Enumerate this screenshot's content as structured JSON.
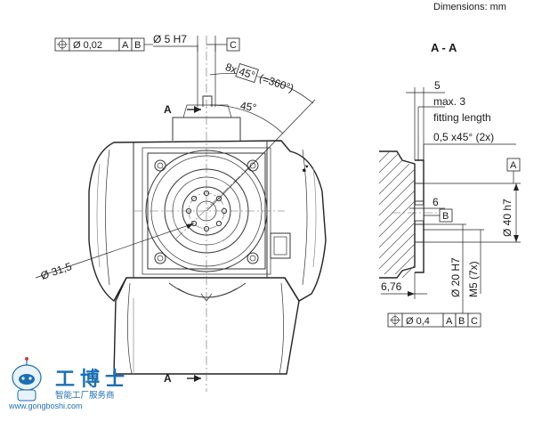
{
  "header": {
    "units_note": "Dimensions: mm"
  },
  "front_view": {
    "tolerance_frame_top": [
      "Ø 0,02",
      "A",
      "B"
    ],
    "bore_label": "Ø 5 H7",
    "datum_c": "C",
    "pattern_label": "8x",
    "pattern_angle": "45°",
    "pattern_total": "(=360°)",
    "angle_label": "45°",
    "pitch_circle_label": "Ø 31,5",
    "section_marker_top": "A",
    "section_marker_bottom": "A"
  },
  "section_view": {
    "title": "A - A",
    "dim_depth": "5",
    "note_max": "max. 3",
    "note_fitting": "fitting length",
    "chamfer_label": "0,5 x45° (2x)",
    "datum_a": "A",
    "dim_six": "6",
    "datum_b": "B",
    "dim_outer": "Ø 40 h7",
    "dim_inner": "Ø 20 H7",
    "thread_label": "M5 (7x)",
    "dim_offset": "6,76",
    "tolerance_frame_bottom": [
      "Ø 0,4",
      "A",
      "B",
      "C"
    ]
  },
  "watermark": {
    "brand": "工博士",
    "tagline": "智能工厂服务商",
    "url": "www.gongboshi.com"
  },
  "colors": {
    "line": "#333333",
    "accent": "#1b6fb5"
  }
}
